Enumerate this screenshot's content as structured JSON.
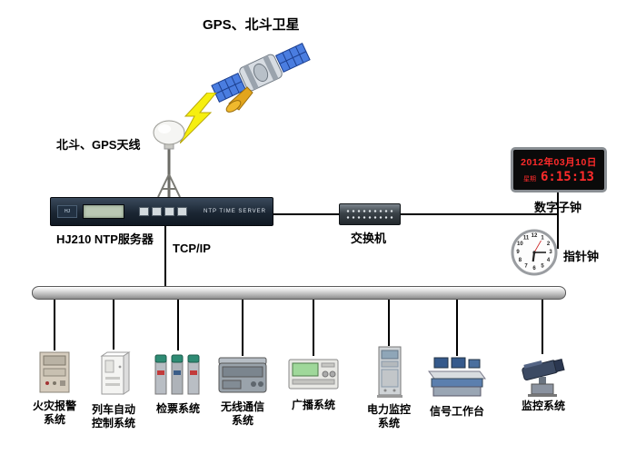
{
  "diagram": {
    "satellite_label": "GPS、北斗卫星",
    "antenna_label": "北斗、GPS天线",
    "server_label": "HJ210 NTP服务器",
    "server_panel_text": "NTP TIME SERVER",
    "server_logo_text": "HJ",
    "switch_label": "交换机",
    "protocol_label": "TCP/IP",
    "digital_clock": {
      "label": "数字子钟",
      "date": "2012年03月10日",
      "week_label": "星期",
      "time": "6:15:13"
    },
    "analog_clock": {
      "label": "指针钟",
      "numbers": [
        "12",
        "1",
        "2",
        "3",
        "4",
        "5",
        "6",
        "7",
        "8",
        "9",
        "10",
        "11"
      ]
    }
  },
  "devices": [
    {
      "name": "fire-alarm",
      "label": "火灾报警\n系统"
    },
    {
      "name": "train-control",
      "label": "列车自动\n控制系统"
    },
    {
      "name": "ticket-check",
      "label": "检票系统"
    },
    {
      "name": "wireless-comm",
      "label": "无线通信\n系统"
    },
    {
      "name": "broadcast",
      "label": "广播系统"
    },
    {
      "name": "power-monitor",
      "label": "电力监控\n系统"
    },
    {
      "name": "signal-workstation",
      "label": "信号工作台"
    },
    {
      "name": "surveillance",
      "label": "监控系统"
    }
  ],
  "colors": {
    "line": "#000000",
    "lightning": "#f6ef0f",
    "led_red": "#ff2b2b",
    "solar_panel_blue": "#4a7de0",
    "server_body": "#1b2633"
  }
}
